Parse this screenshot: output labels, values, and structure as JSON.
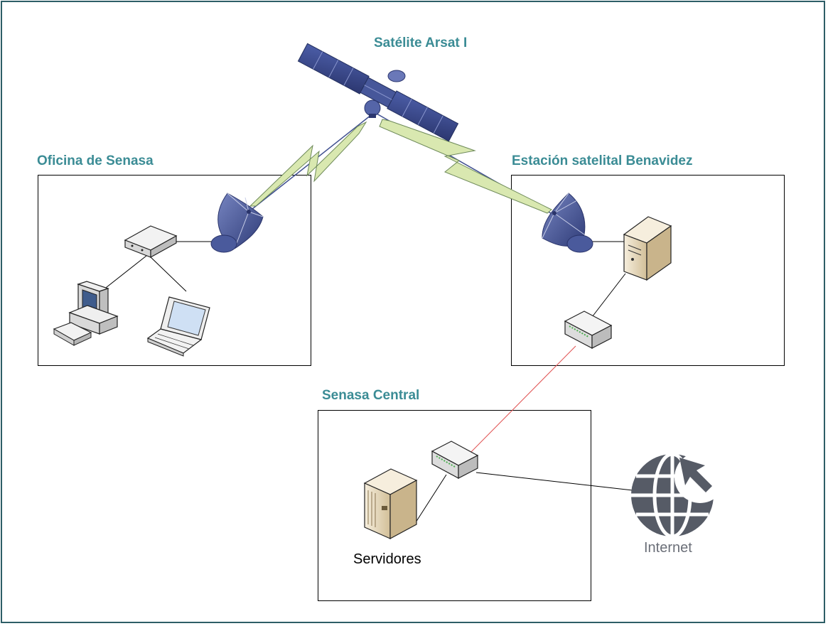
{
  "diagram": {
    "satellite": {
      "label": "Satélite Arsat I"
    },
    "groups": {
      "office": {
        "label": "Oficina de Senasa"
      },
      "station": {
        "label": "Estación satelital Benavidez"
      },
      "central": {
        "label": "Senasa Central"
      }
    },
    "captions": {
      "servers": "Servidores",
      "internet": "Internet"
    },
    "colors": {
      "title": "#3b8c95",
      "frame": "#2e5e66",
      "satellite_blue": "#3f4f8f",
      "lightning": "#d9e8b0",
      "red_link": "#e05050",
      "server_beige": "#e9dcc0",
      "internet_gray": "#565b66"
    }
  }
}
